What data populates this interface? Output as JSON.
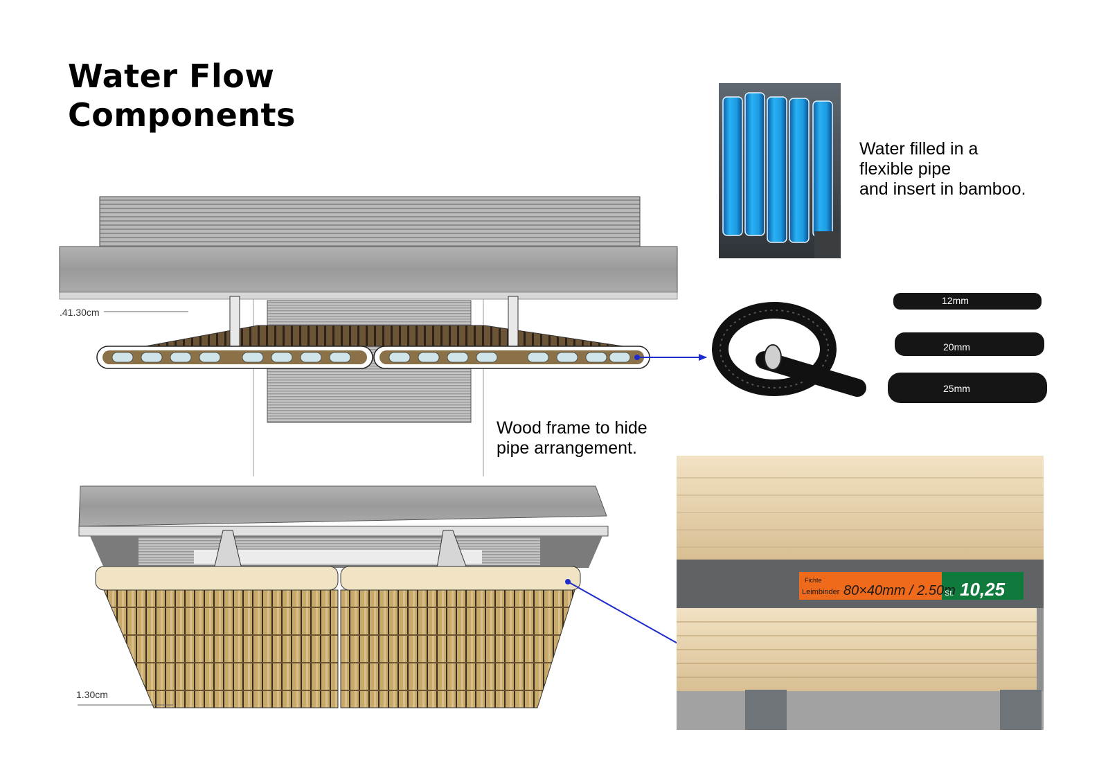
{
  "title": {
    "line1": "Water Flow",
    "line2": "Components"
  },
  "notes": {
    "water": [
      "Water filled in a",
      "flexible pipe",
      "and insert in bamboo."
    ],
    "wood": [
      "Wood frame to hide",
      "pipe arrangement."
    ]
  },
  "dimensions": {
    "top": ".41.30cm",
    "bottom": "1.30cm"
  },
  "pipe_sizes": [
    "12mm",
    "20mm",
    "25mm"
  ],
  "price_tag": {
    "wood_type": "Fichte",
    "product": "Leimbinder",
    "size": "80×40mm / 2.50m",
    "unit": "St.",
    "price": "10,25"
  },
  "colors": {
    "arrow": "#1f2ccc",
    "water": "#1e9ee6",
    "concrete": "#a8a8a8",
    "bamboo": "#b89a5e",
    "pipe": "#151515"
  }
}
